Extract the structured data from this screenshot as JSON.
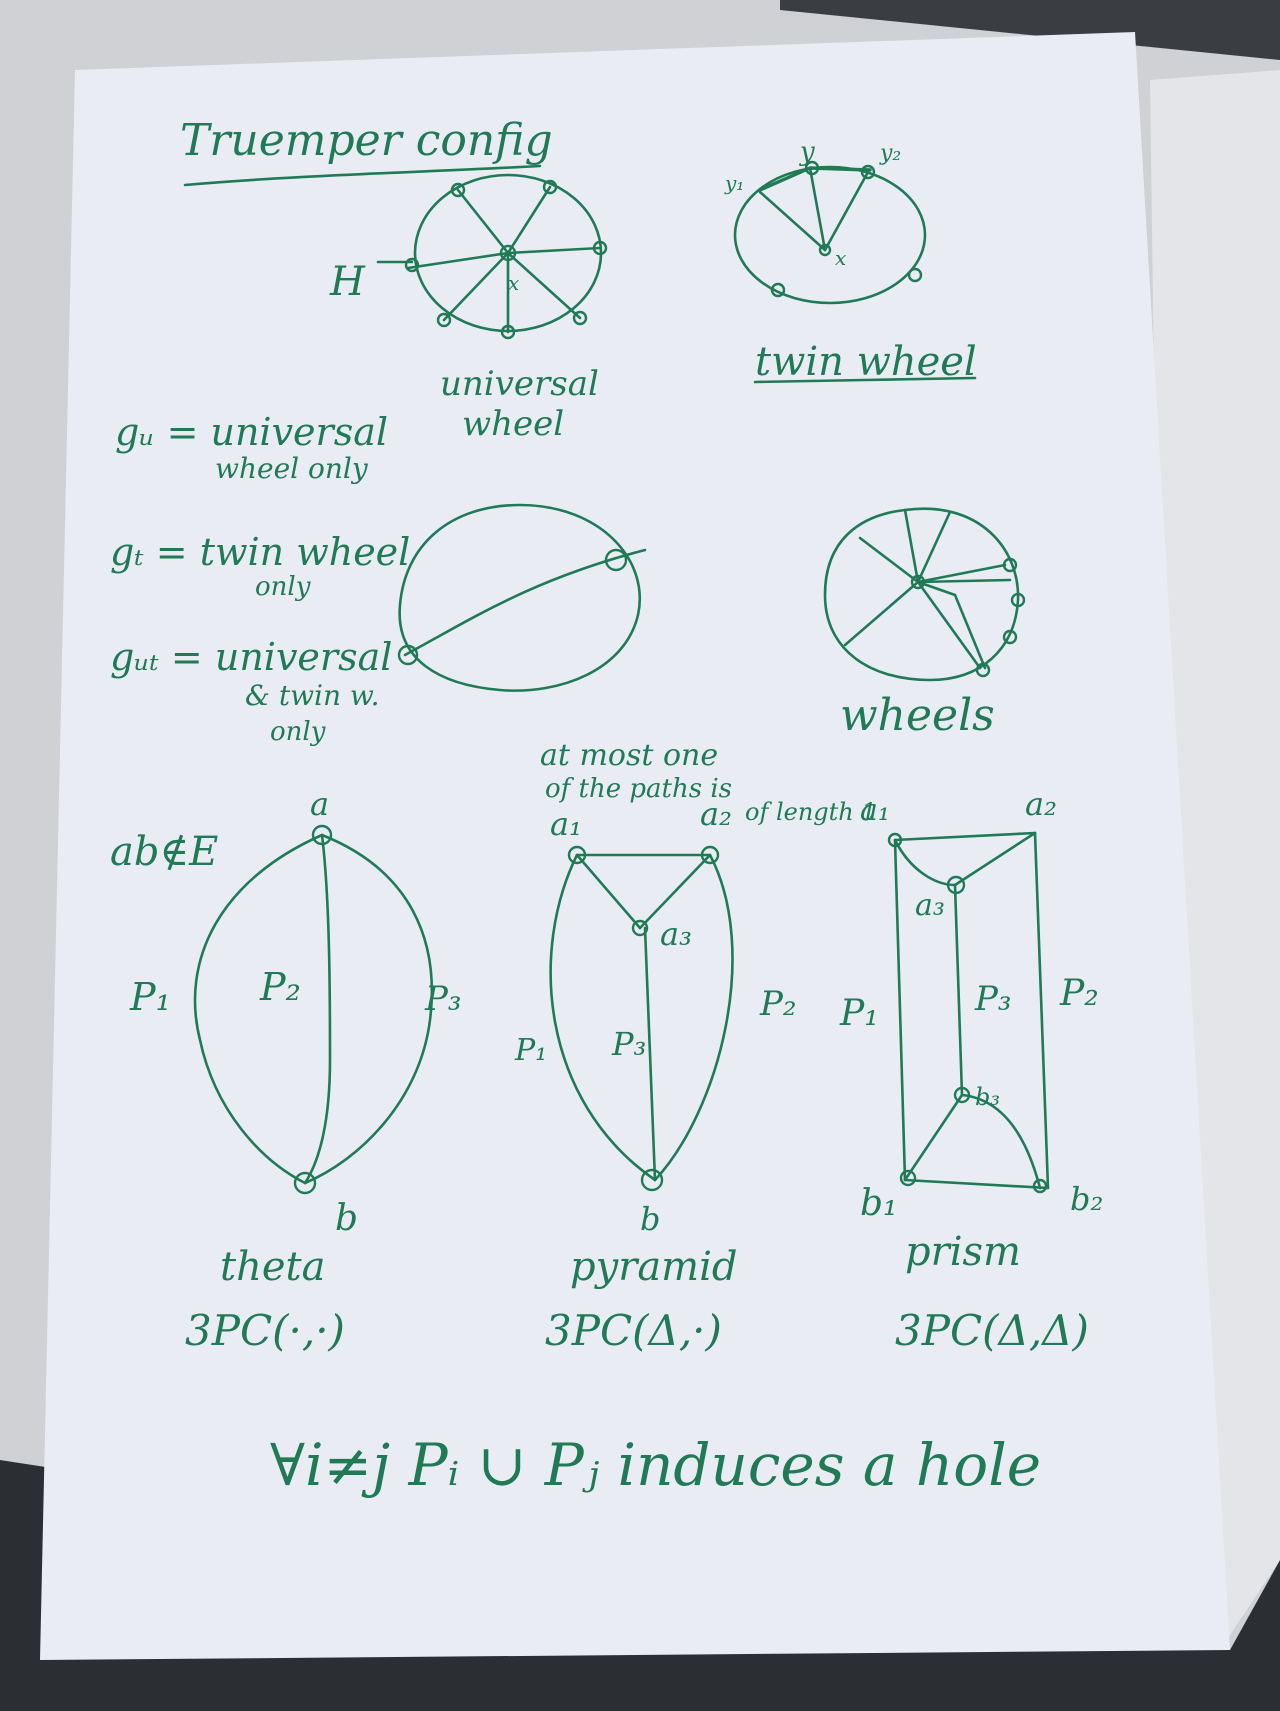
{
  "colors": {
    "ink": "#1f7a55",
    "paper": "#e9ecf3",
    "table": "#dcdcdc",
    "dark": "#2b2e33"
  },
  "title": "Truemper config",
  "top": {
    "h_label": "H",
    "universal_label_1": "universal",
    "universal_label_2": "wheel",
    "twin_y": "y",
    "twin_y1": "y₁",
    "twin_y2": "y₂",
    "twin_x": "x",
    "univ_x": "x",
    "twin_caption": "twin wheel"
  },
  "defs": {
    "gu_1": "gᵤ = universal",
    "gu_2": "wheel only",
    "gt_1": "gₜ = twin wheel",
    "gt_2": "only",
    "gut_1": "gᵤₜ = universal",
    "gut_2": "& twin w.",
    "gut_3": "only"
  },
  "wheels_caption": "wheels",
  "note_1": "at most one",
  "note_2": "of the paths is",
  "note_3": "of length 1",
  "theta": {
    "ab_label": "ab∉E",
    "a": "a",
    "b": "b",
    "p1": "P₁",
    "p2": "P₂",
    "p3": "P₃",
    "name": "theta",
    "code": "3PC(·,·)"
  },
  "pyramid": {
    "a1": "a₁",
    "a2": "a₂",
    "a3": "a₃",
    "b": "b",
    "p1": "P₁",
    "p2": "P₂",
    "p3": "P₃",
    "name": "pyramid",
    "code": "3PC(Δ,·)"
  },
  "prism": {
    "a1": "a₁",
    "a2": "a₂",
    "a3": "a₃",
    "b1": "b₁",
    "b2": "b₂",
    "b3": "b₃",
    "p1": "P₁",
    "p2": "P₂",
    "p3": "P₃",
    "name": "prism",
    "code": "3PC(Δ,Δ)"
  },
  "footer": "∀i≠j  Pᵢ ∪ Pⱼ  induces a hole"
}
